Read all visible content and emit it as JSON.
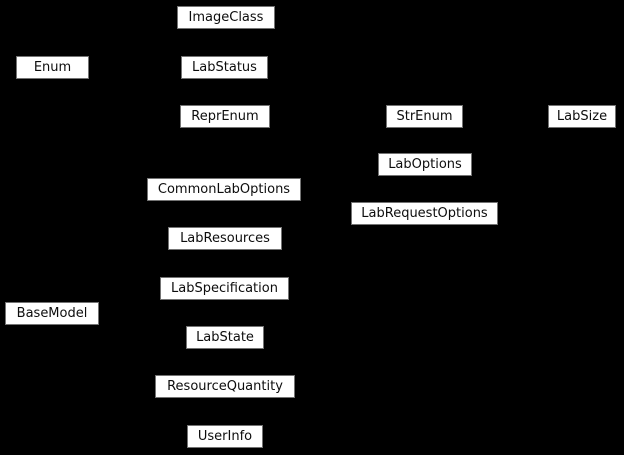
{
  "diagram": {
    "type": "inheritance-diagram",
    "background_color": "#000000",
    "node_fill_color": "#ffffff",
    "node_border_color": "#737373",
    "node_text_color": "#0d0d0d",
    "nodes": [
      {
        "label": "ImageClass"
      },
      {
        "label": "Enum"
      },
      {
        "label": "LabStatus"
      },
      {
        "label": "ReprEnum"
      },
      {
        "label": "StrEnum"
      },
      {
        "label": "LabSize"
      },
      {
        "label": "LabOptions"
      },
      {
        "label": "CommonLabOptions"
      },
      {
        "label": "LabRequestOptions"
      },
      {
        "label": "LabResources"
      },
      {
        "label": "LabSpecification"
      },
      {
        "label": "BaseModel"
      },
      {
        "label": "LabState"
      },
      {
        "label": "ResourceQuantity"
      },
      {
        "label": "UserInfo"
      }
    ]
  }
}
